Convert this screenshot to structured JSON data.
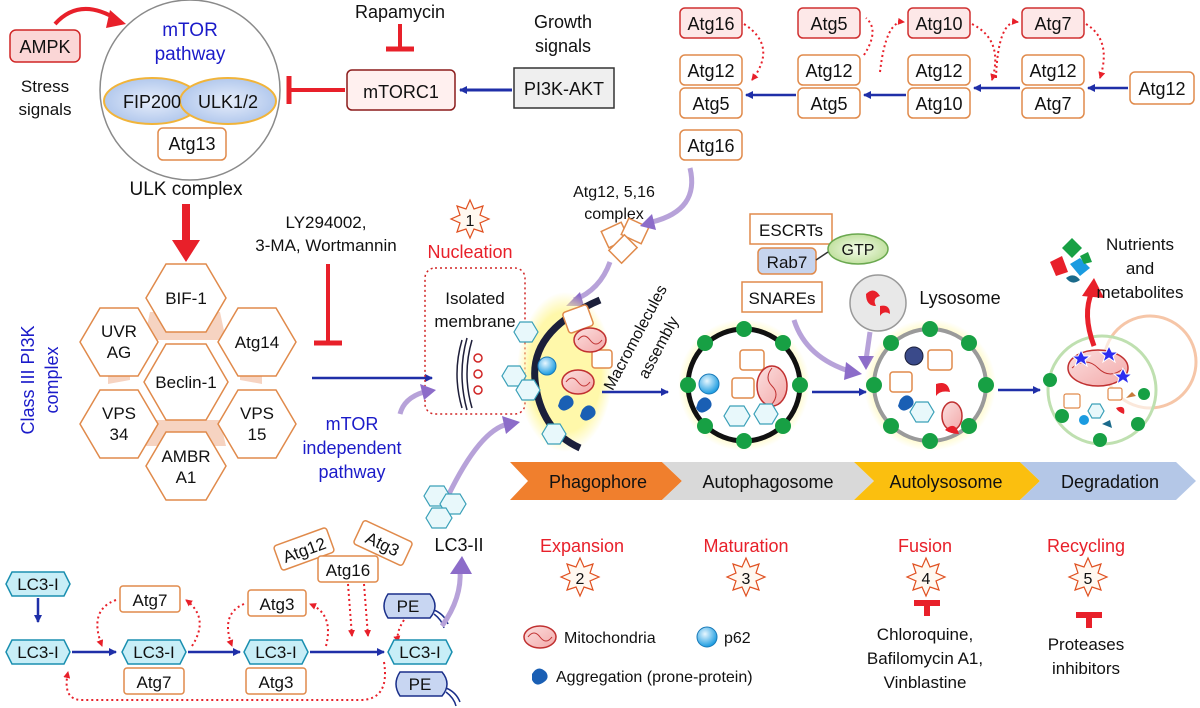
{
  "ulk": {
    "ampk": "AMPK",
    "stress": [
      "Stress",
      "signals"
    ],
    "title": [
      "mTOR",
      "pathway"
    ],
    "fip200": "FIP200",
    "ulk12": "ULK1/2",
    "atg13": "Atg13",
    "caption": "ULK complex"
  },
  "mtor": {
    "rapamycin": "Rapamycin",
    "mtorc1": "mTORC1",
    "growth": [
      "Growth",
      "signals"
    ],
    "pi3k_akt": "PI3K-AKT"
  },
  "atg_conj": {
    "col1": [
      "Atg16",
      "Atg12",
      "Atg5",
      "Atg16"
    ],
    "col2": [
      "Atg5",
      "Atg12",
      "Atg5"
    ],
    "col3": [
      "Atg10",
      "Atg12",
      "Atg10"
    ],
    "col4": [
      "Atg7",
      "Atg12",
      "Atg7"
    ],
    "atg12_right": "Atg12",
    "complex_label": [
      "Atg12, 5,16",
      "complex"
    ]
  },
  "pi3k": {
    "side_label": [
      "Class III PI3K",
      "complex"
    ],
    "bif1": "BIF-1",
    "uvrag": [
      "UVR",
      "AG"
    ],
    "atg14": "Atg14",
    "beclin": "Beclin-1",
    "vps34": [
      "VPS",
      "34"
    ],
    "vps15": [
      "VPS",
      "15"
    ],
    "ambra": [
      "AMBR",
      "A1"
    ]
  },
  "inhibitors": {
    "pi3k_inh": [
      "LY294002,",
      "3-MA, Wortmannin"
    ],
    "mtor_indep": [
      "mTOR",
      "independent",
      "pathway"
    ]
  },
  "steps": {
    "nucleation": {
      "num": "1",
      "label": "Nucleation"
    },
    "expansion": {
      "num": "2",
      "label": "Expansion"
    },
    "maturation": {
      "num": "3",
      "label": "Maturation"
    },
    "fusion": {
      "num": "4",
      "label": "Fusion"
    },
    "recycling": {
      "num": "5",
      "label": "Recycling"
    }
  },
  "structures": {
    "isolated": [
      "Isolated",
      "membrane"
    ],
    "macromolecules": [
      "Macromolecules",
      "assembly"
    ],
    "escrts": "ESCRTs",
    "rab7": "Rab7",
    "gtp": "GTP",
    "snares": "SNAREs",
    "lysosome": "Lysosome",
    "nutrients": [
      "Nutrients",
      "and",
      "metabolites"
    ],
    "lc3ii": "LC3-II"
  },
  "stages": [
    "Phagophore",
    "Autophagosome",
    "Autolysosome",
    "Degradation"
  ],
  "stage_colors": [
    "#f07f2d",
    "#d9d9d9",
    "#fbbf0f",
    "#b4c7e7"
  ],
  "lc3": {
    "lc3i": "LC3-I",
    "atg7": "Atg7",
    "atg3": "Atg3",
    "atg12": "Atg12",
    "atg16": "Atg16",
    "pe": "PE"
  },
  "legend": {
    "mito": "Mitochondria",
    "p62": "p62",
    "aggregation": "Aggregation (prone-protein)"
  },
  "drugs": {
    "fusion": [
      "Chloroquine,",
      "Bafilomycin A1,",
      "Vinblastine"
    ],
    "recycling": [
      "Proteases",
      "inhibitors"
    ]
  }
}
